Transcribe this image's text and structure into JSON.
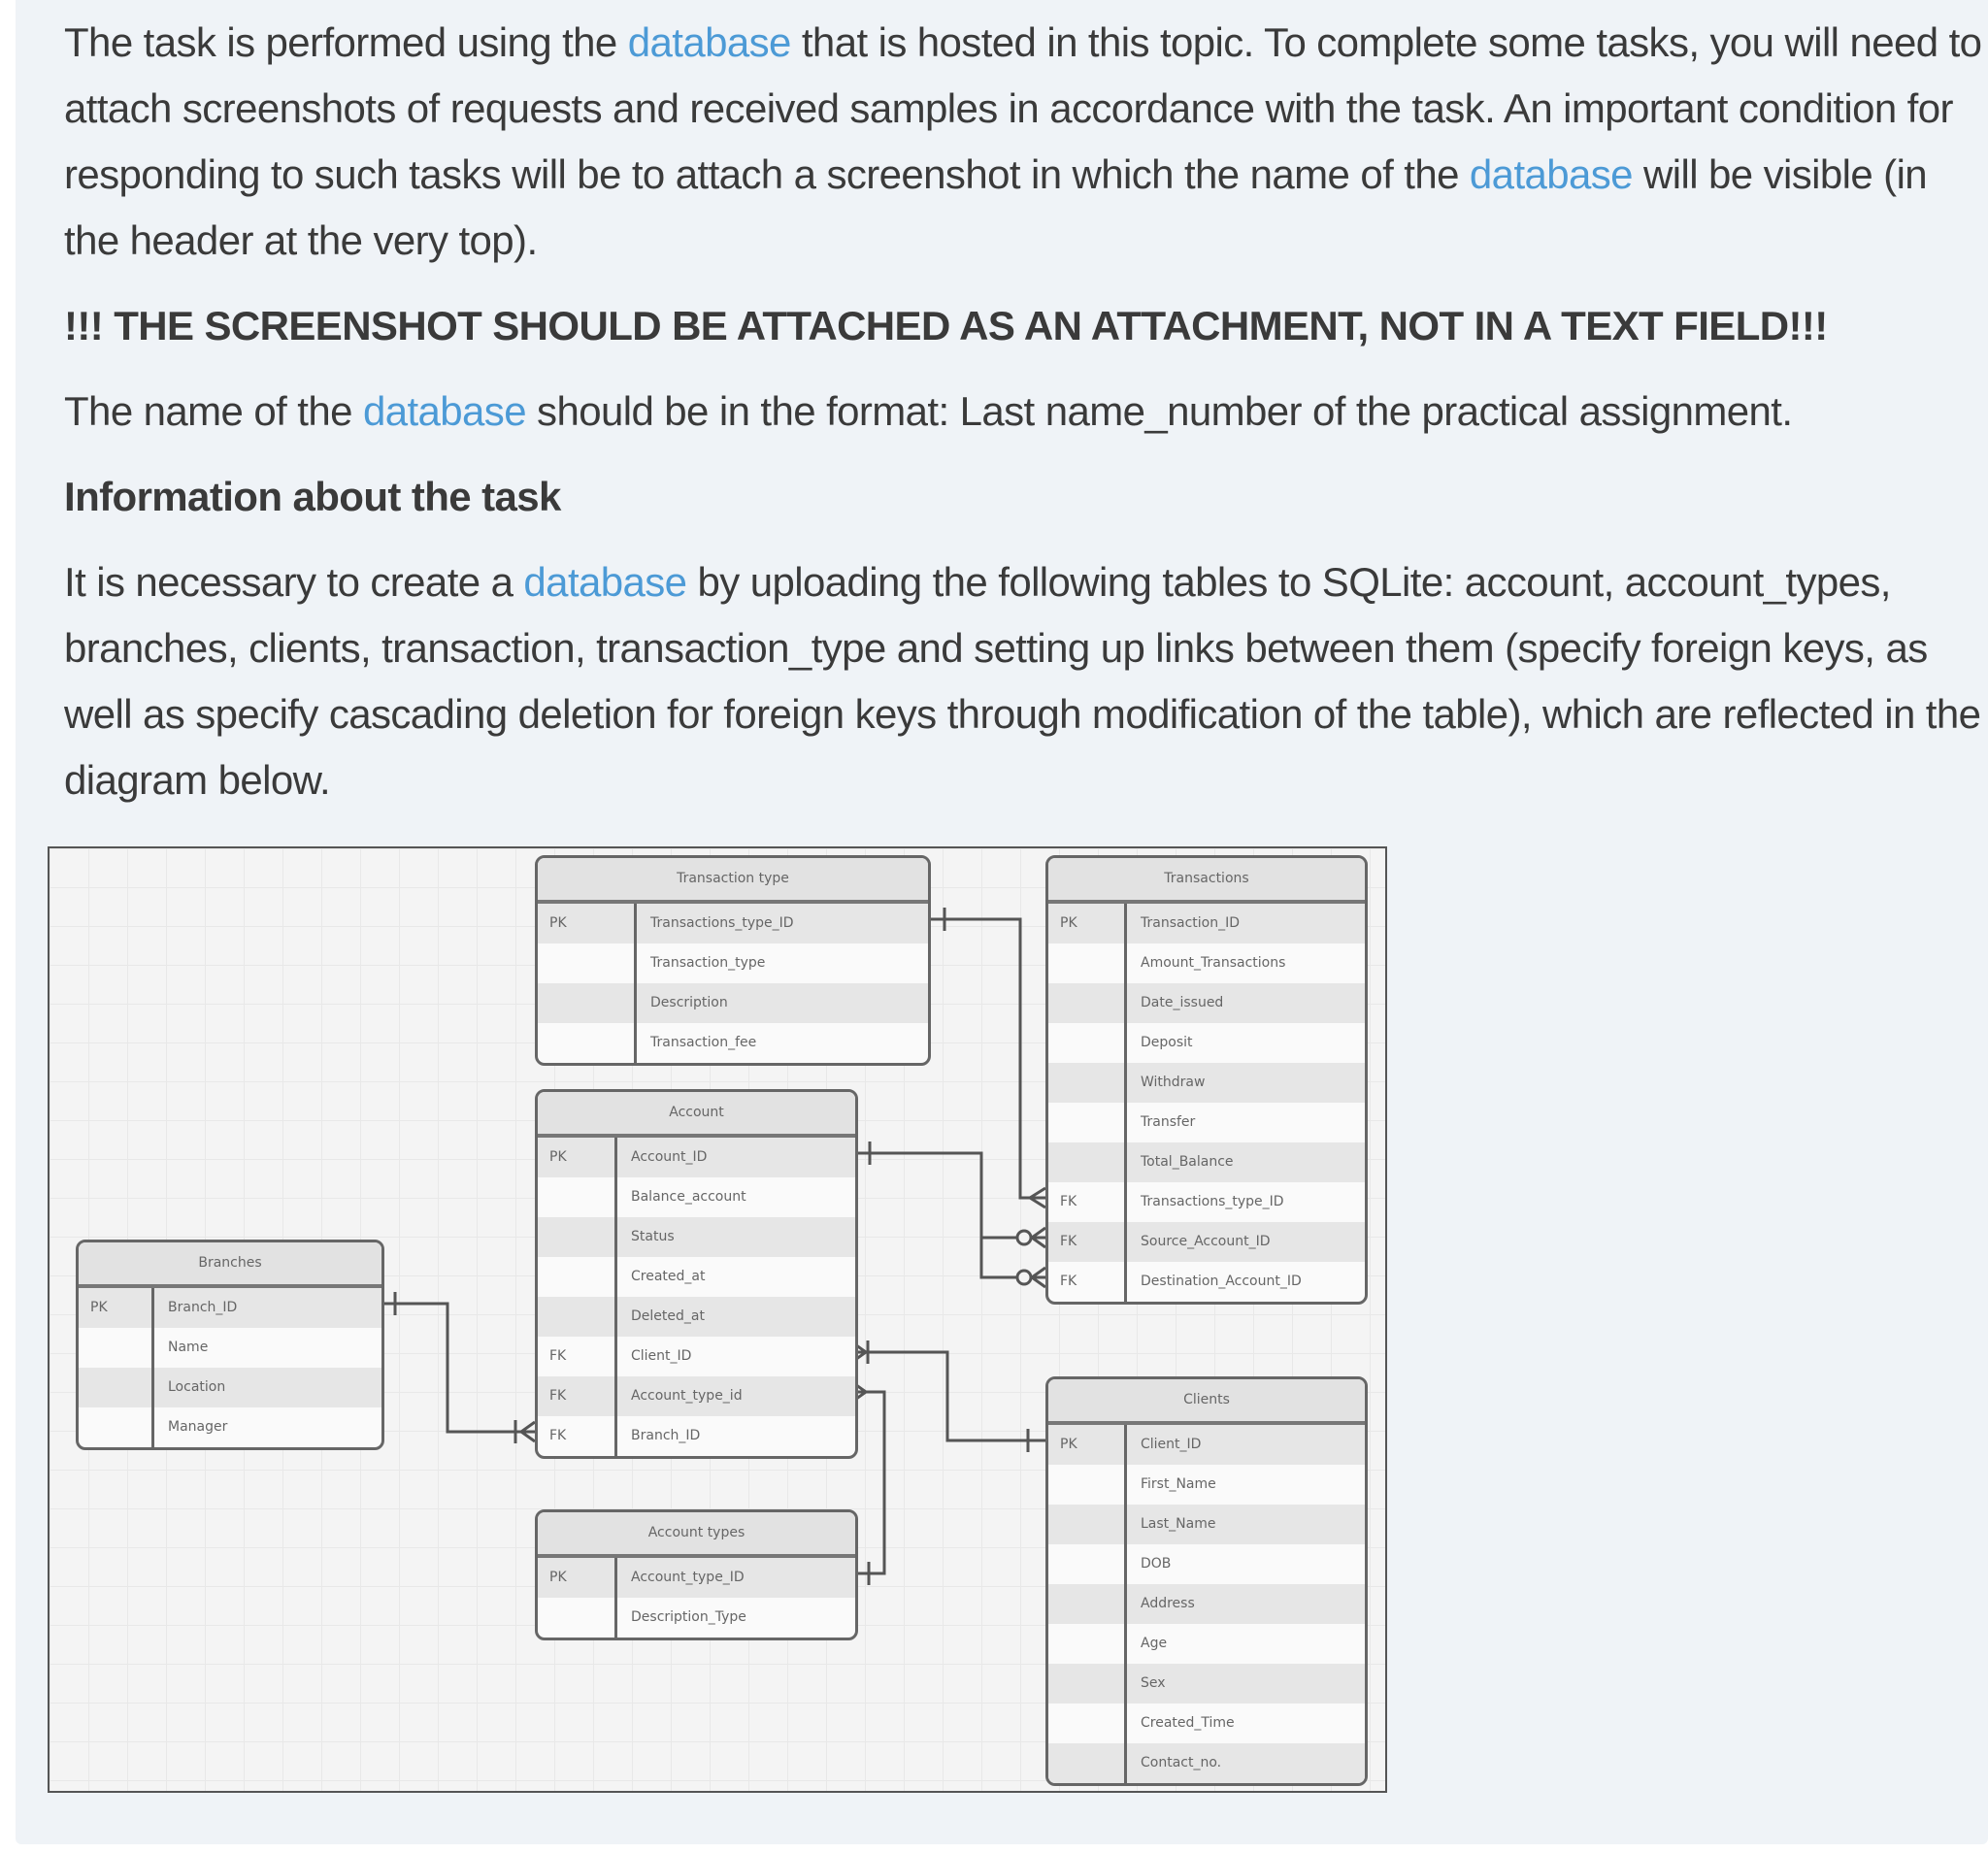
{
  "paragraphs": {
    "p1": [
      "The task is performed using the ",
      "database",
      " that is hosted in this topic. To complete some tasks, you will need to attach screenshots of requests and received samples in accordance with the task. An important condition for responding to such tasks will be to attach a screenshot in which the name of the ",
      "database",
      " will be visible (in the header at the very top)."
    ],
    "warning": "!!! THE SCREENSHOT SHOULD BE ATTACHED AS AN ATTACHMENT, NOT IN A TEXT FIELD!!!",
    "p2": [
      "The name of the ",
      "database",
      " should be in the format: Last name_number of the practical assignment."
    ],
    "heading": "Information about the task",
    "p3": [
      "It is necessary to create a ",
      "database",
      " by uploading the following tables to SQLite: account, account_types, branches, clients, transaction, transaction_type and setting up links between them (specify foreign keys, as well as specify cascading deletion for foreign keys through modification of the table), which are reflected in the diagram below."
    ]
  },
  "colors": {
    "link": "#4c9ad6",
    "text": "#3a3a3a"
  },
  "diagram": {
    "tables": [
      {
        "id": "transaction-type",
        "title": "Transaction type",
        "rows": [
          [
            "PK",
            "Transactions_type_ID"
          ],
          [
            "",
            "Transaction_type"
          ],
          [
            "",
            "Description"
          ],
          [
            "",
            "Transaction_fee"
          ]
        ]
      },
      {
        "id": "transactions",
        "title": "Transactions",
        "rows": [
          [
            "PK",
            "Transaction_ID"
          ],
          [
            "",
            "Amount_Transactions"
          ],
          [
            "",
            "Date_issued"
          ],
          [
            "",
            "Deposit"
          ],
          [
            "",
            "Withdraw"
          ],
          [
            "",
            "Transfer"
          ],
          [
            "",
            "Total_Balance"
          ],
          [
            "FK",
            "Transactions_type_ID"
          ],
          [
            "FK",
            "Source_Account_ID"
          ],
          [
            "FK",
            "Destination_Account_ID"
          ]
        ]
      },
      {
        "id": "account",
        "title": "Account",
        "rows": [
          [
            "PK",
            "Account_ID"
          ],
          [
            "",
            "Balance_account"
          ],
          [
            "",
            "Status"
          ],
          [
            "",
            "Created_at"
          ],
          [
            "",
            "Deleted_at"
          ],
          [
            "FK",
            "Client_ID"
          ],
          [
            "FK",
            "Account_type_id"
          ],
          [
            "FK",
            "Branch_ID"
          ]
        ]
      },
      {
        "id": "branches",
        "title": "Branches",
        "rows": [
          [
            "PK",
            "Branch_ID"
          ],
          [
            "",
            "Name"
          ],
          [
            "",
            "Location"
          ],
          [
            "",
            "Manager"
          ]
        ]
      },
      {
        "id": "account-types",
        "title": "Account types",
        "rows": [
          [
            "PK",
            "Account_type_ID"
          ],
          [
            "",
            "Description_Type"
          ]
        ]
      },
      {
        "id": "clients",
        "title": "Clients",
        "rows": [
          [
            "PK",
            "Client_ID"
          ],
          [
            "",
            "First_Name"
          ],
          [
            "",
            "Last_Name"
          ],
          [
            "",
            "DOB"
          ],
          [
            "",
            "Address"
          ],
          [
            "",
            "Age"
          ],
          [
            "",
            "Sex"
          ],
          [
            "",
            "Created_Time"
          ],
          [
            "",
            "Contact_no."
          ]
        ]
      }
    ]
  }
}
